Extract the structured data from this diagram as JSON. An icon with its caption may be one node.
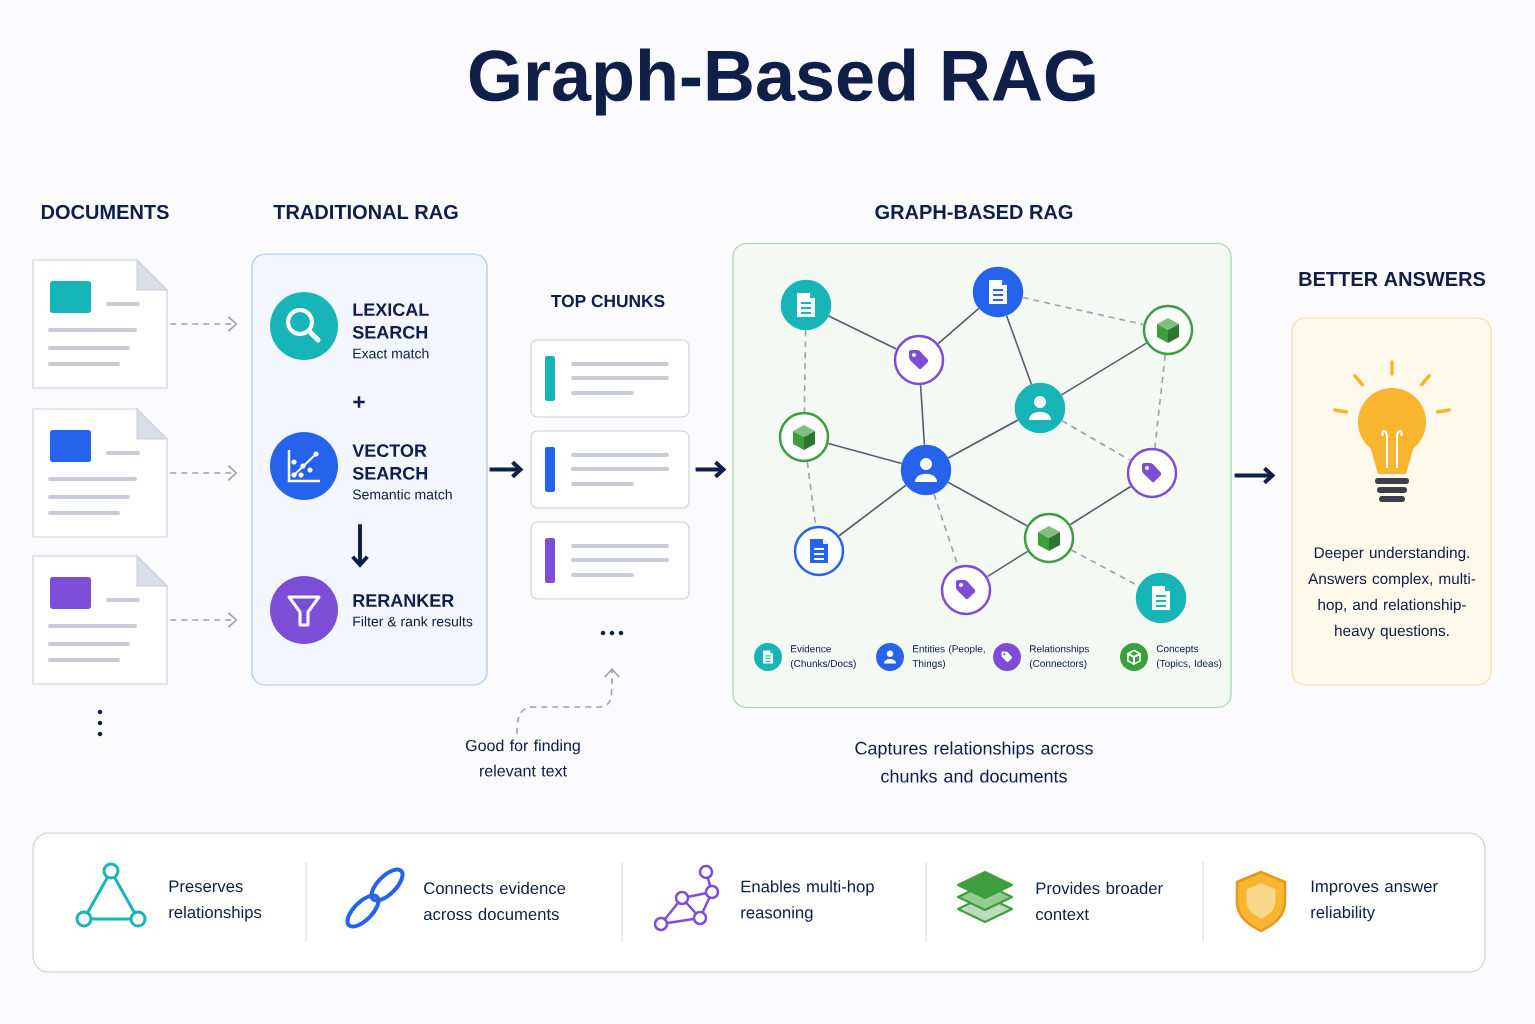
{
  "diagram": {
    "title": "Graph-Based RAG",
    "nodes": [
      {
        "text": [],
        "shape": "document"
      },
      {
        "text": [],
        "shape": "document"
      },
      {
        "text": [],
        "shape": "document"
      },
      {
        "text": [
          "TRADITIONAL RAG"
        ]
      },
      {
        "text": [
          "LEXICAL SEARCH",
          "Exact match"
        ],
        "in": 3
      },
      {
        "text": [
          "VECTOR SEARCH",
          "Semantic match"
        ],
        "in": 3
      },
      {
        "text": [
          "RERANKER",
          "Filter & rank results"
        ],
        "in": 3
      },
      {
        "text": [],
        "shape": "box"
      },
      {
        "text": [],
        "shape": "box"
      },
      {
        "text": [],
        "shape": "box"
      },
      {
        "text": [
          "GRAPH-BASED RAG"
        ],
        "beside": [
          "Captures relationships across chunks and documents"
        ]
      },
      {
        "text": [],
        "shape": "circle",
        "in": 10
      },
      {
        "text": [],
        "shape": "circle",
        "in": 10
      },
      {
        "text": [],
        "shape": "circle",
        "in": 10
      },
      {
        "text": [],
        "shape": "circle",
        "in": 10
      },
      {
        "text": [],
        "shape": "circle",
        "in": 10
      },
      {
        "text": [],
        "shape": "circle",
        "in": 10
      },
      {
        "text": [],
        "shape": "circle",
        "in": 10
      },
      {
        "text": [],
        "shape": "circle",
        "in": 10
      },
      {
        "text": [],
        "shape": "circle",
        "in": 10
      },
      {
        "text": [],
        "shape": "circle",
        "in": 10
      },
      {
        "text": [],
        "shape": "circle",
        "in": 10
      },
      {
        "text": [],
        "shape": "circle",
        "in": 10
      },
      {
        "text": [
          "BETTER ANSWERS",
          "Deeper understanding. Answers complex, multi-hop, and relationship-heavy questions."
        ]
      },
      {
        "text": [
          "Good for finding relevant text"
        ]
      }
    ],
    "edges": [
      {
        "from": 0,
        "to": 3,
        "arrow": "to",
        "style": "dashed",
        "color": "#9aa0b0"
      },
      {
        "from": 1,
        "to": 3,
        "arrow": "to",
        "style": "dashed",
        "color": "#9aa0b0"
      },
      {
        "from": 2,
        "to": 3,
        "arrow": "to",
        "style": "dashed",
        "color": "#9aa0b0"
      },
      {
        "from": 5,
        "to": 6,
        "arrow": "to",
        "style": "thick",
        "color": "#0f1f4a"
      },
      {
        "from": 3,
        "to": 8,
        "arrow": "to",
        "style": "thick",
        "color": "#0f1f4a"
      },
      {
        "from": 8,
        "to": 10,
        "arrow": "to",
        "style": "thick",
        "color": "#0f1f4a"
      },
      {
        "from": 10,
        "to": 23,
        "arrow": "to",
        "style": "thick",
        "color": "#0f1f4a"
      },
      {
        "from": 24,
        "to": null,
        "arrow": "to",
        "style": "dashed",
        "color": "#9aa0b0"
      },
      {
        "from": 12,
        "to": 14,
        "arrow": "none",
        "color": "#565e70"
      },
      {
        "from": 14,
        "to": 11,
        "arrow": "none",
        "color": "#565e70"
      },
      {
        "from": 14,
        "to": 17,
        "arrow": "none",
        "color": "#565e70"
      },
      {
        "from": 11,
        "to": 15,
        "arrow": "none",
        "color": "#565e70"
      },
      {
        "from": 15,
        "to": 13,
        "arrow": "none",
        "color": "#565e70"
      },
      {
        "from": 15,
        "to": 17,
        "arrow": "none",
        "color": "#565e70"
      },
      {
        "from": 16,
        "to": 17,
        "arrow": "none",
        "color": "#565e70"
      },
      {
        "from": 17,
        "to": 20,
        "arrow": "none",
        "color": "#565e70"
      },
      {
        "from": 17,
        "to": 19,
        "arrow": "none",
        "color": "#565e70"
      },
      {
        "from": 19,
        "to": 18,
        "arrow": "none",
        "color": "#565e70"
      },
      {
        "from": 19,
        "to": 21,
        "arrow": "none",
        "color": "#565e70"
      },
      {
        "from": 11,
        "to": 13,
        "arrow": "none",
        "style": "dashed",
        "color": "#9aa0b0"
      },
      {
        "from": 12,
        "to": 16,
        "arrow": "none",
        "style": "dashed",
        "color": "#9aa0b0"
      },
      {
        "from": 16,
        "to": 20,
        "arrow": "none",
        "style": "dashed",
        "color": "#9aa0b0"
      },
      {
        "from": 13,
        "to": 18,
        "arrow": "none",
        "style": "dashed",
        "color": "#9aa0b0"
      },
      {
        "from": 15,
        "to": 18,
        "arrow": "none",
        "style": "dashed",
        "color": "#9aa0b0"
      },
      {
        "from": 17,
        "to": 21,
        "arrow": "none",
        "style": "dashed",
        "color": "#9aa0b0"
      },
      {
        "from": 19,
        "to": 22,
        "arrow": "none",
        "style": "dashed",
        "color": "#9aa0b0"
      }
    ],
    "labels": [
      "DOCUMENTS",
      "TOP CHUNKS",
      "+",
      "Preserves relationships",
      "Connects evidence across documents",
      "Enables multi-hop reasoning",
      "Provides broader context",
      "Improves answer reliability"
    ],
    "legend": [
      {
        "text": "Evidence (Chunks/Docs)"
      },
      {
        "text": "Entities (People, Things)"
      },
      {
        "text": "Relationships (Connectors)"
      },
      {
        "text": "Concepts (Topics, Ideas)"
      }
    ]
  }
}
